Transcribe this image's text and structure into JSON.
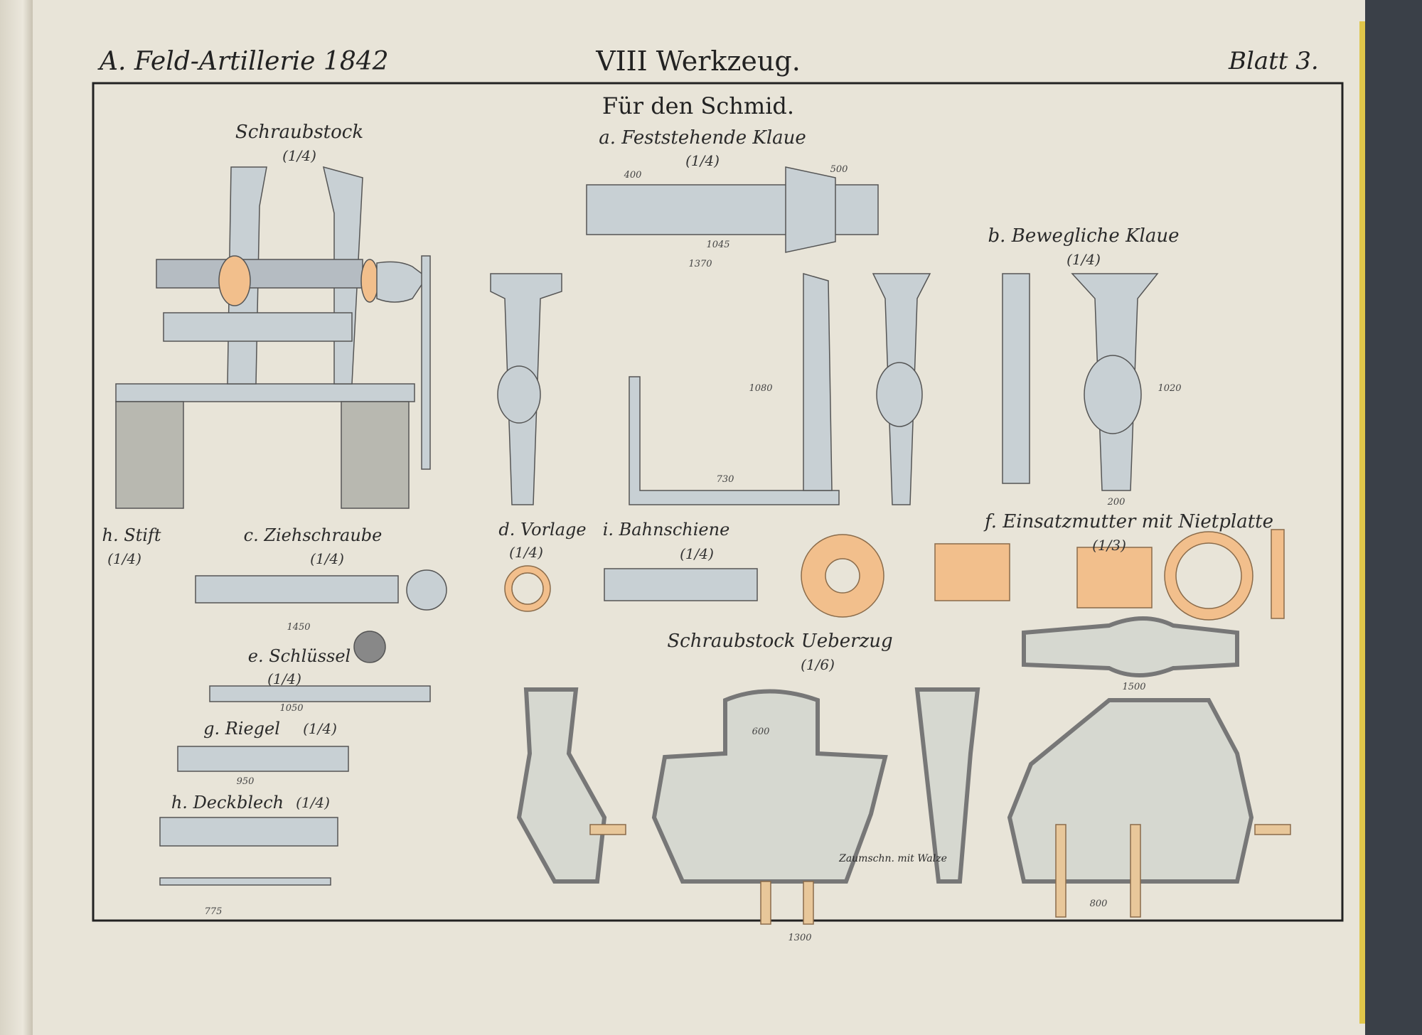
{
  "header": {
    "left": "A. Feld-Artillerie 1842",
    "center": "VIII Werkzeug.",
    "right": "Blatt 3."
  },
  "subtitle": "Für den Schmid.",
  "labels": {
    "schraubstock": "Schraubstock",
    "schraubstock_scale": "(1/4)",
    "feststehende_klaue": "a. Feststehende Klaue",
    "feststehende_klaue_scale": "(1/4)",
    "bewegliche_klaue": "b. Bewegliche Klaue",
    "bewegliche_klaue_scale": "(1/4)",
    "stift": "h. Stift",
    "stift_scale": "(1/4)",
    "ziehschraube": "c. Ziehschraube",
    "ziehschraube_scale": "(1/4)",
    "vorlage": "d. Vorlage",
    "vorlage_scale": "(1/4)",
    "bahnschiene": "i. Bahnschiene",
    "bahnschiene_scale": "(1/4)",
    "einsatzmutter": "f. Einsatzmutter mit Nietplatte",
    "einsatzmutter_scale": "(1/3)",
    "ueberzug": "Schraubstock Ueberzug",
    "ueberzug_scale": "(1/6)",
    "schluessel": "e. Schlüssel",
    "schluessel_scale": "(1/4)",
    "riegel": "g. Riegel",
    "riegel_scale": "(1/4)",
    "deckblech": "h. Deckblech",
    "deckblech_scale": "(1/4)",
    "zaumschnur": "Zaumschn. mit Walze"
  },
  "dimensions": {
    "d400": "400",
    "d500": "500",
    "d1045": "1045",
    "d1370": "1370",
    "d1080": "1080",
    "d1020": "1020",
    "d1450": "1450",
    "d1050": "1050",
    "d950": "950",
    "d775": "775",
    "d1500": "1500",
    "d1300": "1300",
    "d600": "600",
    "d800": "800",
    "d730": "730",
    "d200": "200"
  },
  "colors": {
    "paper": "#e8e4d8",
    "steel": "#c8d0d4",
    "brass": "#f2bf8c",
    "ink": "#333333"
  }
}
